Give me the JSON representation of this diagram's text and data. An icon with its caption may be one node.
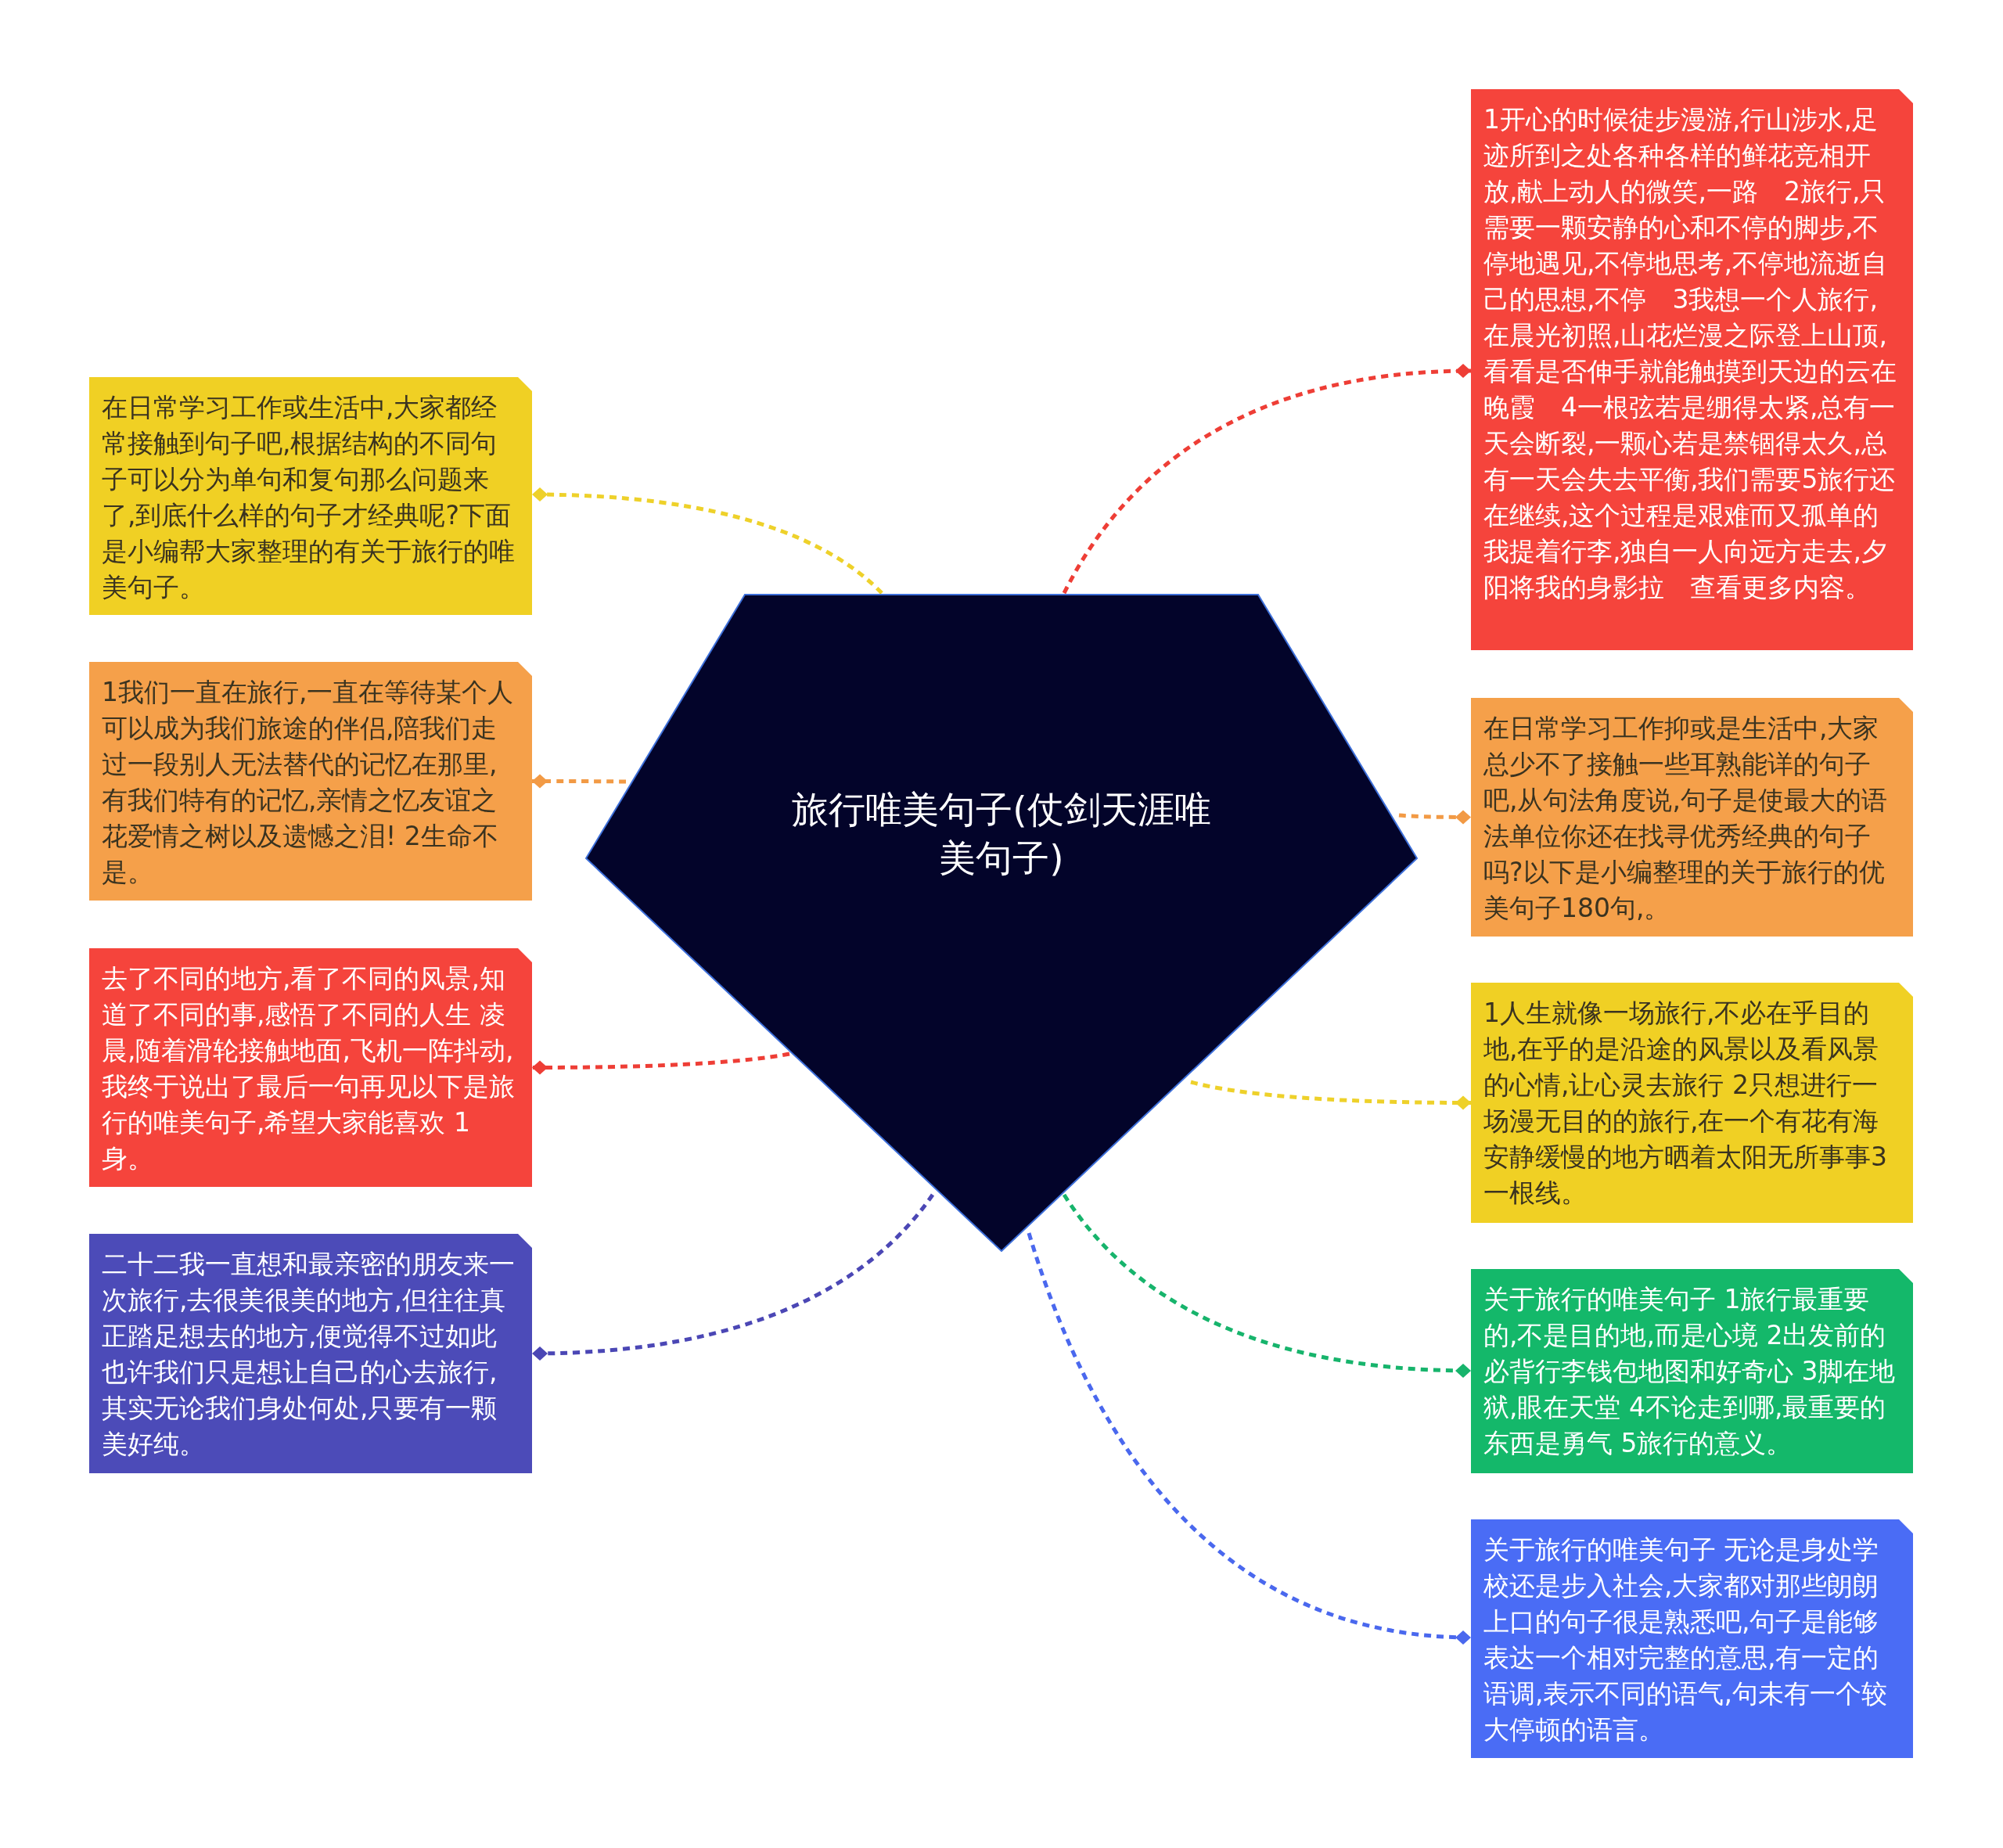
{
  "diagram": {
    "nodes": [
      {
        "text": [
          "旅行唯美句子(仗剑天涯唯美句子)"
        ]
      },
      {
        "text": [
          "在日常学习工作或生活中,大家都经常接触到句子吧,根据结构的不同句子可以分为单句和复句那么问题来了,到底什么样的句子才经典呢?下面是小编帮大家整理的有关于旅行的唯美句子。"
        ]
      },
      {
        "text": [
          "1我们一直在旅行,一直在等待某个人可以成为我们旅途的伴侣,陪我们走过一段别人无法替代的记忆在那里,有我们特有的记忆,亲情之忆友谊之花爱情之树以及遗憾之泪! 2生命不是。"
        ]
      },
      {
        "text": [
          "去了不同的地方,看了不同的风景,知道了不同的事,感悟了不同的人生 凌晨,随着滑轮接触地面,飞机一阵抖动,我终于说出了最后一句再见以下是旅行的唯美句子,希望大家能喜欢 1身。"
        ]
      },
      {
        "text": [
          "二十二我一直想和最亲密的朋友来一次旅行,去很美很美的地方,但往往真正踏足想去的地方,便觉得不过如此也许我们只是想让自己的心去旅行,其实无论我们身处何处,只要有一颗美好纯。"
        ]
      },
      {
        "text": [
          "1开心的时候徒步漫游,行山涉水,足迹所到之处各种各样的鲜花竞相开放,献上动人的微笑,一路　2旅行,只需要一颗安静的心和不停的脚步,不停地遇见,不停地思考,不停地流逝自己的思想,不停　3我想一个人旅行,在晨光初照,山花烂漫之际登上山顶,看看是否伸手就能触摸到天边的云在晚霞　4一根弦若是绷得太紧,总有一天会断裂,一颗心若是禁锢得太久,总有一天会失去平衡,我们需要5旅行还在继续,这个过程是艰难而又孤单的我提着行李,独自一人向远方走去,夕阳将我的身影拉　查看更多内容。"
        ]
      },
      {
        "text": [
          "在日常学习工作抑或是生活中,大家总少不了接触一些耳熟能详的句子吧,从句法角度说,句子是使最大的语法单位你还在找寻优秀经典的句子吗?以下是小编整理的关于旅行的优美句子180句,。"
        ]
      },
      {
        "text": [
          "1人生就像一场旅行,不必在乎目的地,在乎的是沿途的风景以及看风景的心情,让心灵去旅行 2只想进行一场漫无目的的旅行,在一个有花有海安静缓慢的地方晒着太阳无所事事3一根线。"
        ]
      },
      {
        "text": [
          "关于旅行的唯美句子 1旅行最重要的,不是目的地,而是心境 2出发前的必背行李钱包地图和好奇心 3脚在地狱,眼在天堂 4不论走到哪,最重要的东西是勇气 5旅行的意义。"
        ]
      },
      {
        "text": [
          "关于旅行的唯美句子 无论是身处学校还是步入社会,大家都对那些朗朗上口的句子很是熟悉吧,句子是能够表达一个相对完整的意思,有一定的语调,表示不同的语气,句未有一个较大停顿的语言。"
        ]
      }
    ],
    "edges": [
      {
        "from": 0,
        "to": 1,
        "arrow": "other",
        "style": "dashed",
        "color": "#eed12a"
      },
      {
        "from": 0,
        "to": 2,
        "arrow": "other",
        "style": "dashed",
        "color": "#f29a45"
      },
      {
        "from": 0,
        "to": 3,
        "arrow": "other",
        "style": "dashed",
        "color": "#ee3e36"
      },
      {
        "from": 0,
        "to": 4,
        "arrow": "other",
        "style": "dashed",
        "color": "#4b47b5"
      },
      {
        "from": 0,
        "to": 5,
        "arrow": "other",
        "style": "dashed",
        "color": "#ee3e36"
      },
      {
        "from": 0,
        "to": 6,
        "arrow": "other",
        "style": "dashed",
        "color": "#f29a45"
      },
      {
        "from": 0,
        "to": 7,
        "arrow": "other",
        "style": "dashed",
        "color": "#eed12a"
      },
      {
        "from": 0,
        "to": 8,
        "arrow": "other",
        "style": "dashed",
        "color": "#17b46c"
      },
      {
        "from": 0,
        "to": 9,
        "arrow": "other",
        "style": "dashed",
        "color": "#4a68ee"
      }
    ]
  }
}
